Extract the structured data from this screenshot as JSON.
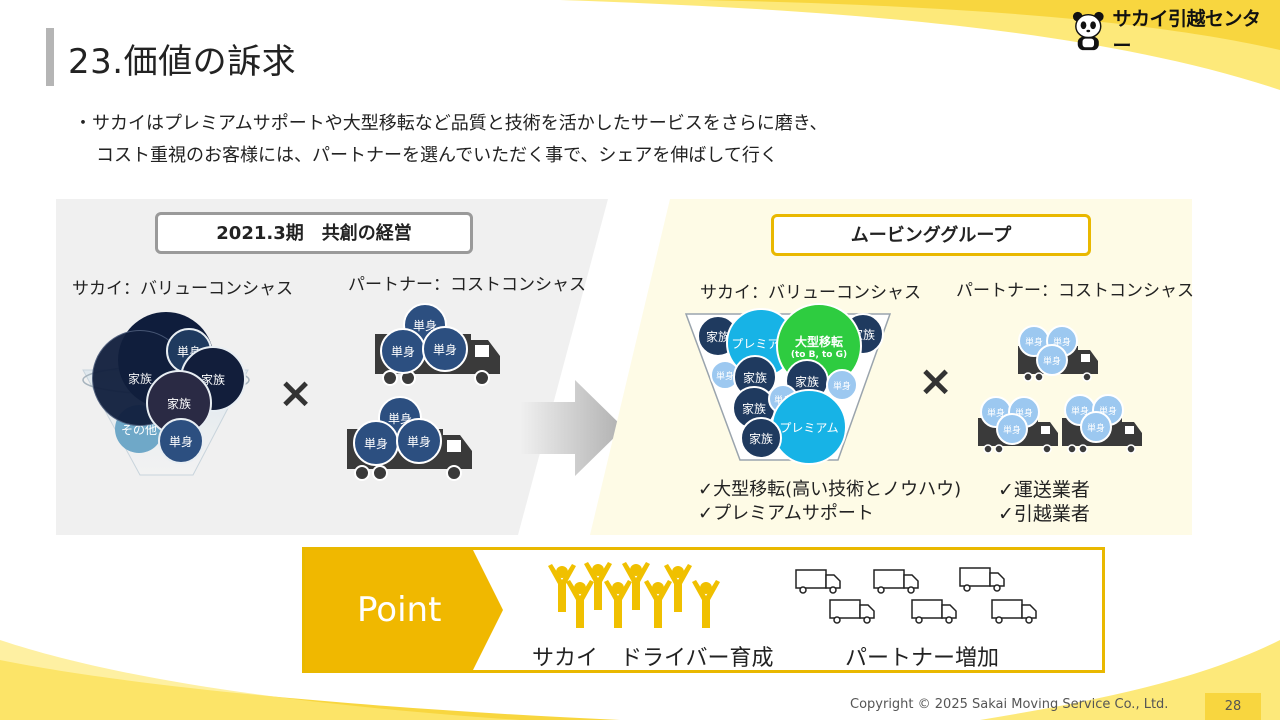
{
  "slide": {
    "title": "23.価値の訴求",
    "page_number": "28",
    "copyright": "Copyright © 2025 Sakai Moving Service Co., Ltd."
  },
  "logo": {
    "text": "サカイ引越センター"
  },
  "bullet": {
    "line1": "・サカイはプレミアムサポートや大型移転など品質と技術を活かしたサービスをさらに磨き、",
    "line2": "コスト重視のお客様には、パートナーを選んでいただく事で、シェアを伸ばして行く"
  },
  "left_panel": {
    "header": "2021.3期　共創の経営",
    "sakai_label": "サカイ：バリューコンシャス",
    "partner_label": "パートナー：コストコンシャス",
    "circles": {
      "single": "単身",
      "family": "家族",
      "other": "その他"
    },
    "times": "×"
  },
  "right_panel": {
    "header": "ムービンググループ",
    "sakai_label": "サカイ：バリューコンシャス",
    "partner_label": "パートナー：コストコンシャス",
    "circles": {
      "family": "家族",
      "premium": "プレミアム",
      "large": "大型移転",
      "large_sub": "(to B, to G)",
      "single": "単身"
    },
    "times": "×",
    "sakai_checks": [
      "✓大型移転(高い技術とノウハウ)",
      "✓プレミアムサポート"
    ],
    "partner_checks": [
      "✓運送業者",
      "✓引越業者"
    ]
  },
  "point": {
    "label": "Point",
    "caption_left": "サカイ　ドライバー育成",
    "caption_right": "パートナー増加"
  },
  "colors": {
    "accent_yellow": "#e9b800",
    "navy": "#1f3a5f",
    "green": "#2ecc40",
    "cyan": "#17b3e6"
  }
}
